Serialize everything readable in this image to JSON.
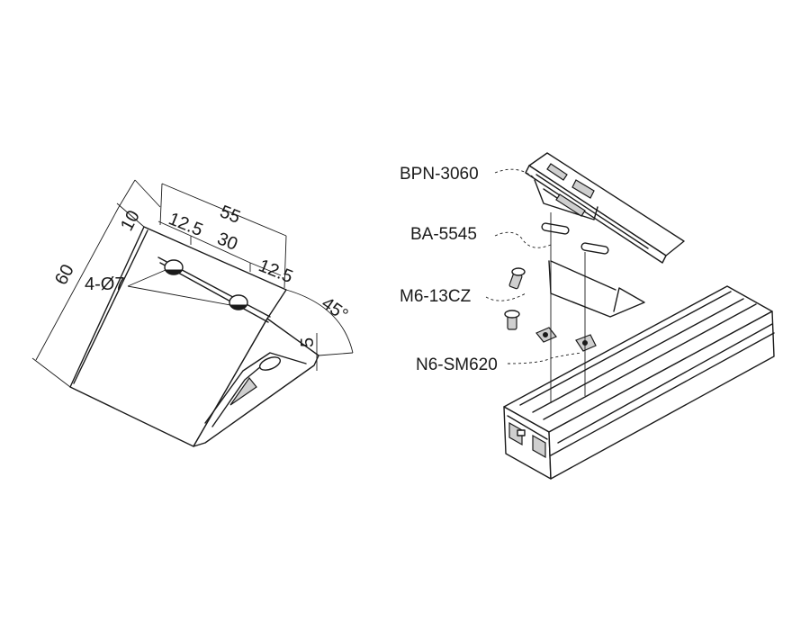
{
  "bracket": {
    "dimensions": {
      "height": "60",
      "top_offset": "10",
      "length": "55",
      "edge_left": "12.5",
      "hole_spacing": "30",
      "edge_right": "12.5",
      "holes": "4-Ø7",
      "angle": "45°",
      "thickness": "5"
    }
  },
  "assembly": {
    "parts": [
      "BPN-3060",
      "BA-5545",
      "M6-13CZ",
      "N6-SM620"
    ]
  }
}
